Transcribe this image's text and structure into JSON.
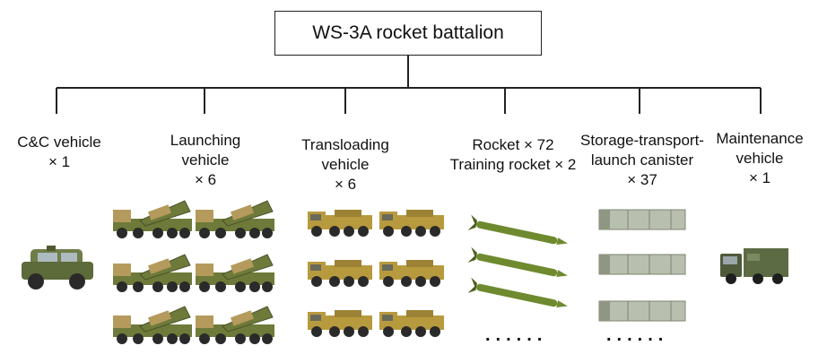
{
  "root": {
    "label": "WS-3A rocket battalion"
  },
  "units": [
    {
      "id": "cc",
      "label": "C&C vehicle\n× 1"
    },
    {
      "id": "launch",
      "label": "Launching\nvehicle\n× 6"
    },
    {
      "id": "trans",
      "label": "Transloading\nvehicle\n× 6"
    },
    {
      "id": "rocket",
      "label": "Rocket × 72\nTraining rocket × 2"
    },
    {
      "id": "stlc",
      "label": "Storage-transport-\nlaunch canister\n× 37"
    },
    {
      "id": "maint",
      "label": "Maintenance\nvehicle\n× 1"
    }
  ],
  "continuation": "......",
  "colors": {
    "line": "#222222",
    "camo_green": "#6e7a3a",
    "camo_tan": "#b49a5c",
    "sand": "#b89a3e",
    "rocket": "#6f8a2e",
    "canister": "#b9bfae"
  }
}
